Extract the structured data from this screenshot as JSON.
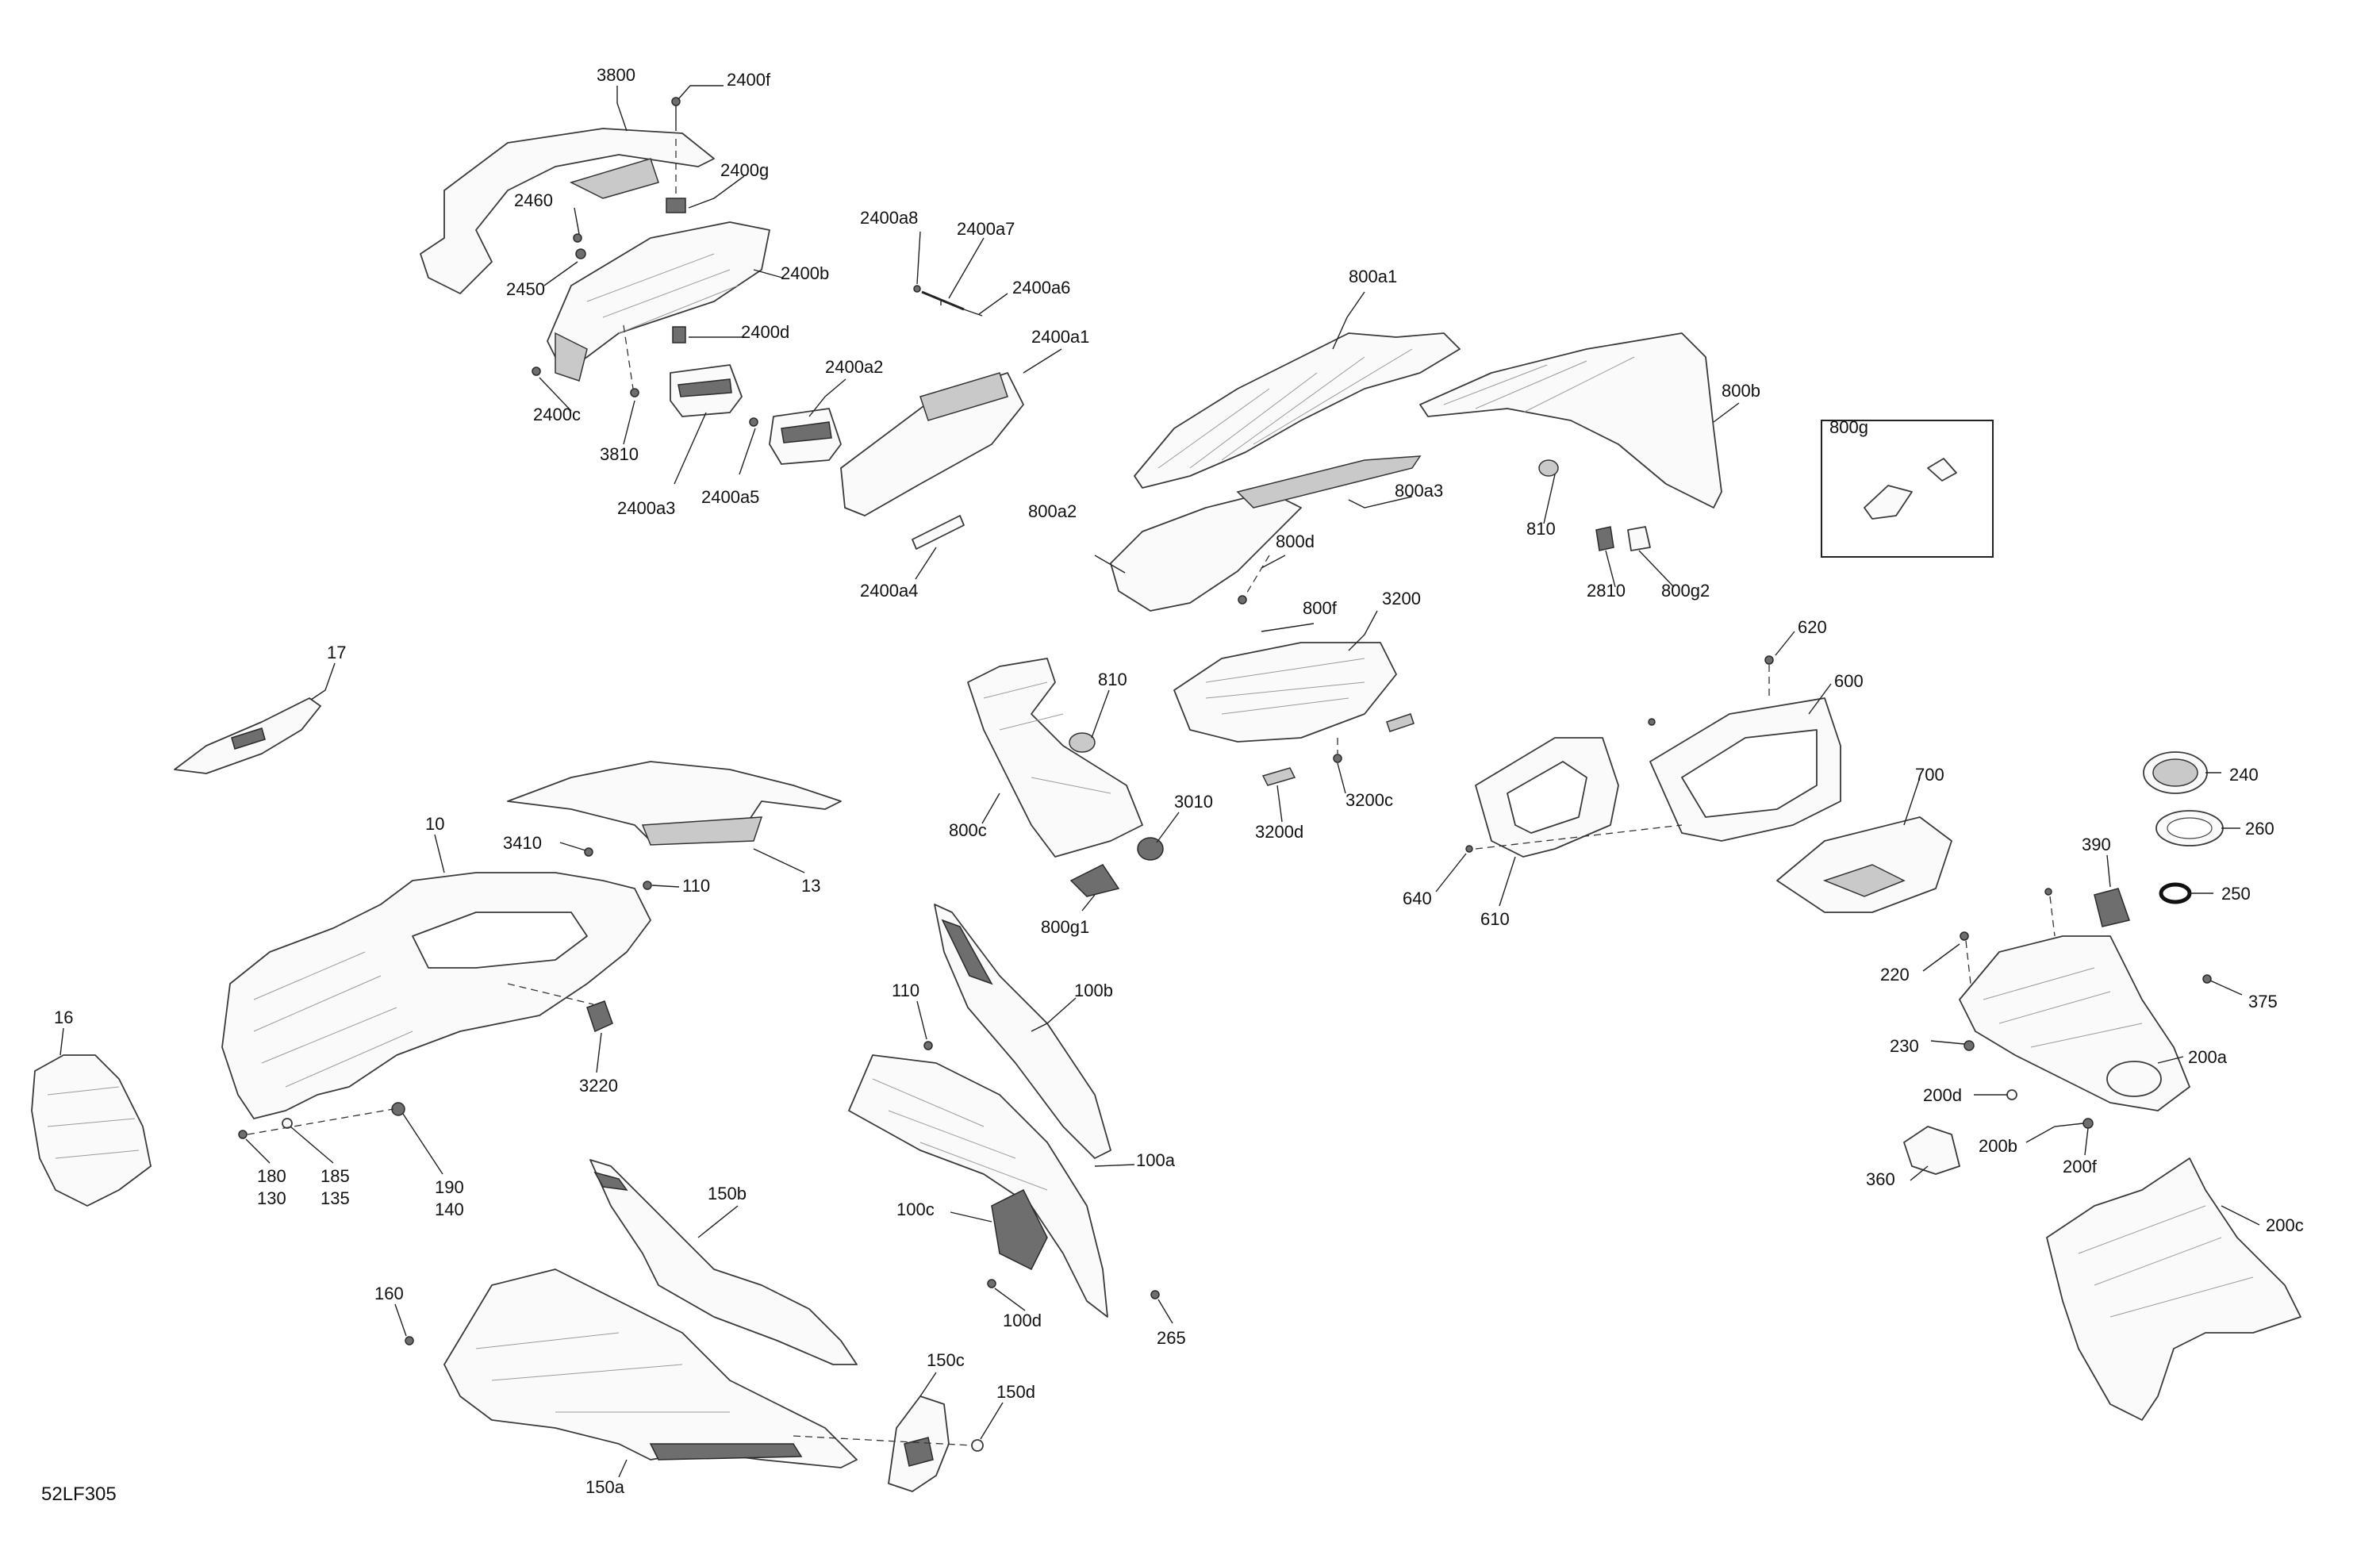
{
  "diagram": {
    "code": "52LF305",
    "labels": {
      "l3800": "3800",
      "l2400f": "2400f",
      "l2400g": "2400g",
      "l2460": "2460",
      "l2450": "2450",
      "l2400b": "2400b",
      "l2400d": "2400d",
      "l2400c": "2400c",
      "l3810": "3810",
      "l2400a3": "2400a3",
      "l2400a5": "2400a5",
      "l2400a2": "2400a2",
      "l2400a1": "2400a1",
      "l2400a4": "2400a4",
      "l2400a8": "2400a8",
      "l2400a7": "2400a7",
      "l2400a6": "2400a6",
      "l800a1": "800a1",
      "l800b": "800b",
      "l800g": "800g",
      "l800a3": "800a3",
      "l800a2": "800a2",
      "l800d": "800d",
      "l800f": "800f",
      "l810a": "810",
      "l2810": "2810",
      "l800g2": "800g2",
      "l3200": "3200",
      "l810b": "810",
      "l800c": "800c",
      "l3010": "3010",
      "l800g1": "800g1",
      "l3200c": "3200c",
      "l3200d": "3200d",
      "l620": "620",
      "l600": "600",
      "l640": "640",
      "l610": "610",
      "l700": "700",
      "l240": "240",
      "l260": "260",
      "l250": "250",
      "l390": "390",
      "l375": "375",
      "l220": "220",
      "l230": "230",
      "l200a": "200a",
      "l200d": "200d",
      "l200b": "200b",
      "l200f": "200f",
      "l360": "360",
      "l200c": "200c",
      "l17": "17",
      "l13": "13",
      "l10": "10",
      "l3410": "3410",
      "l110a": "110",
      "l16": "16",
      "l3220": "3220",
      "l180": "180",
      "l130": "130",
      "l185": "185",
      "l135": "135",
      "l190": "190",
      "l140": "140",
      "l110b": "110",
      "l100b": "100b",
      "l100a": "100a",
      "l100c": "100c",
      "l100d": "100d",
      "l265": "265",
      "l150b": "150b",
      "l160": "160",
      "l150c": "150c",
      "l150d": "150d",
      "l150a": "150a"
    }
  }
}
